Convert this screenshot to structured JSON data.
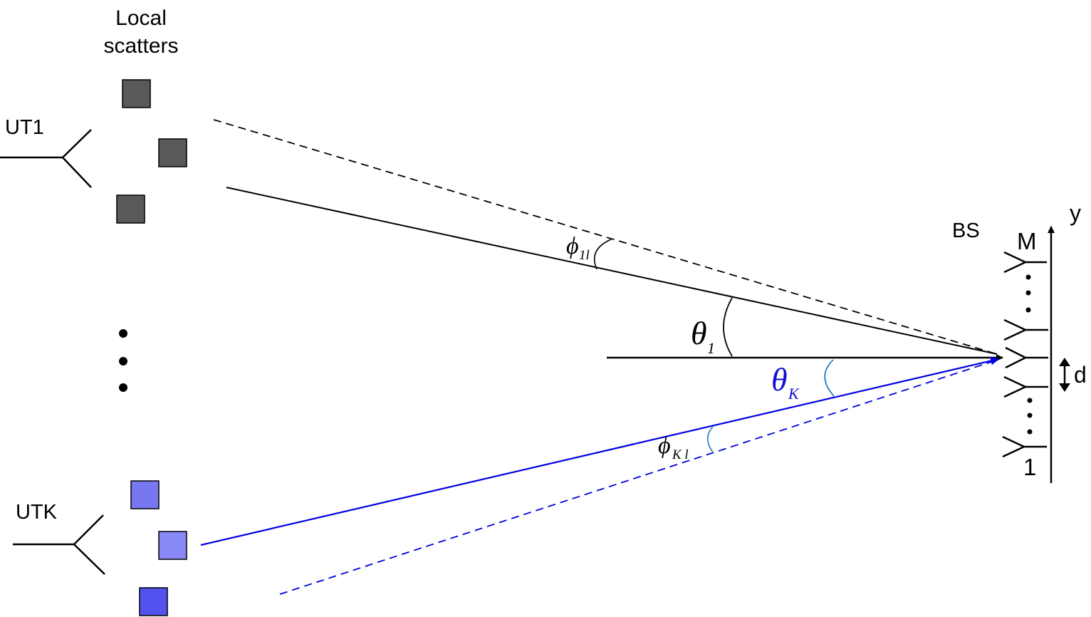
{
  "labels": {
    "local_scatters_line1": "Local",
    "local_scatters_line2": "scatters",
    "ut1": "UT1",
    "utk": "UTK",
    "bs": "BS",
    "y_axis": "y",
    "antenna_top": "M",
    "antenna_bottom": "1",
    "spacing": "d"
  },
  "angles": {
    "theta1_symbol": "θ",
    "theta1_subscript": "1",
    "thetaK_symbol": "θ",
    "thetaK_subscript": "K",
    "phi1l_symbol": "ϕ",
    "phi1l_subscript": "1l",
    "phiKl_symbol": "ϕ",
    "phiKl_subscript": "K l"
  },
  "colors": {
    "black": "#000000",
    "scatter_ut1": "#595959",
    "scatter_utk_1": "#7777f2",
    "scatter_utk_2": "#8888f6",
    "scatter_utk_3": "#5252ef",
    "blue_path": "#0000e0",
    "blue_angle_arc": "#2b7bbf",
    "thetaK_label": "#1010d0"
  },
  "icons": {
    "ut1_antenna": "antenna-icon",
    "utk_antenna": "antenna-icon",
    "bs_array": "antenna-array-icon"
  }
}
